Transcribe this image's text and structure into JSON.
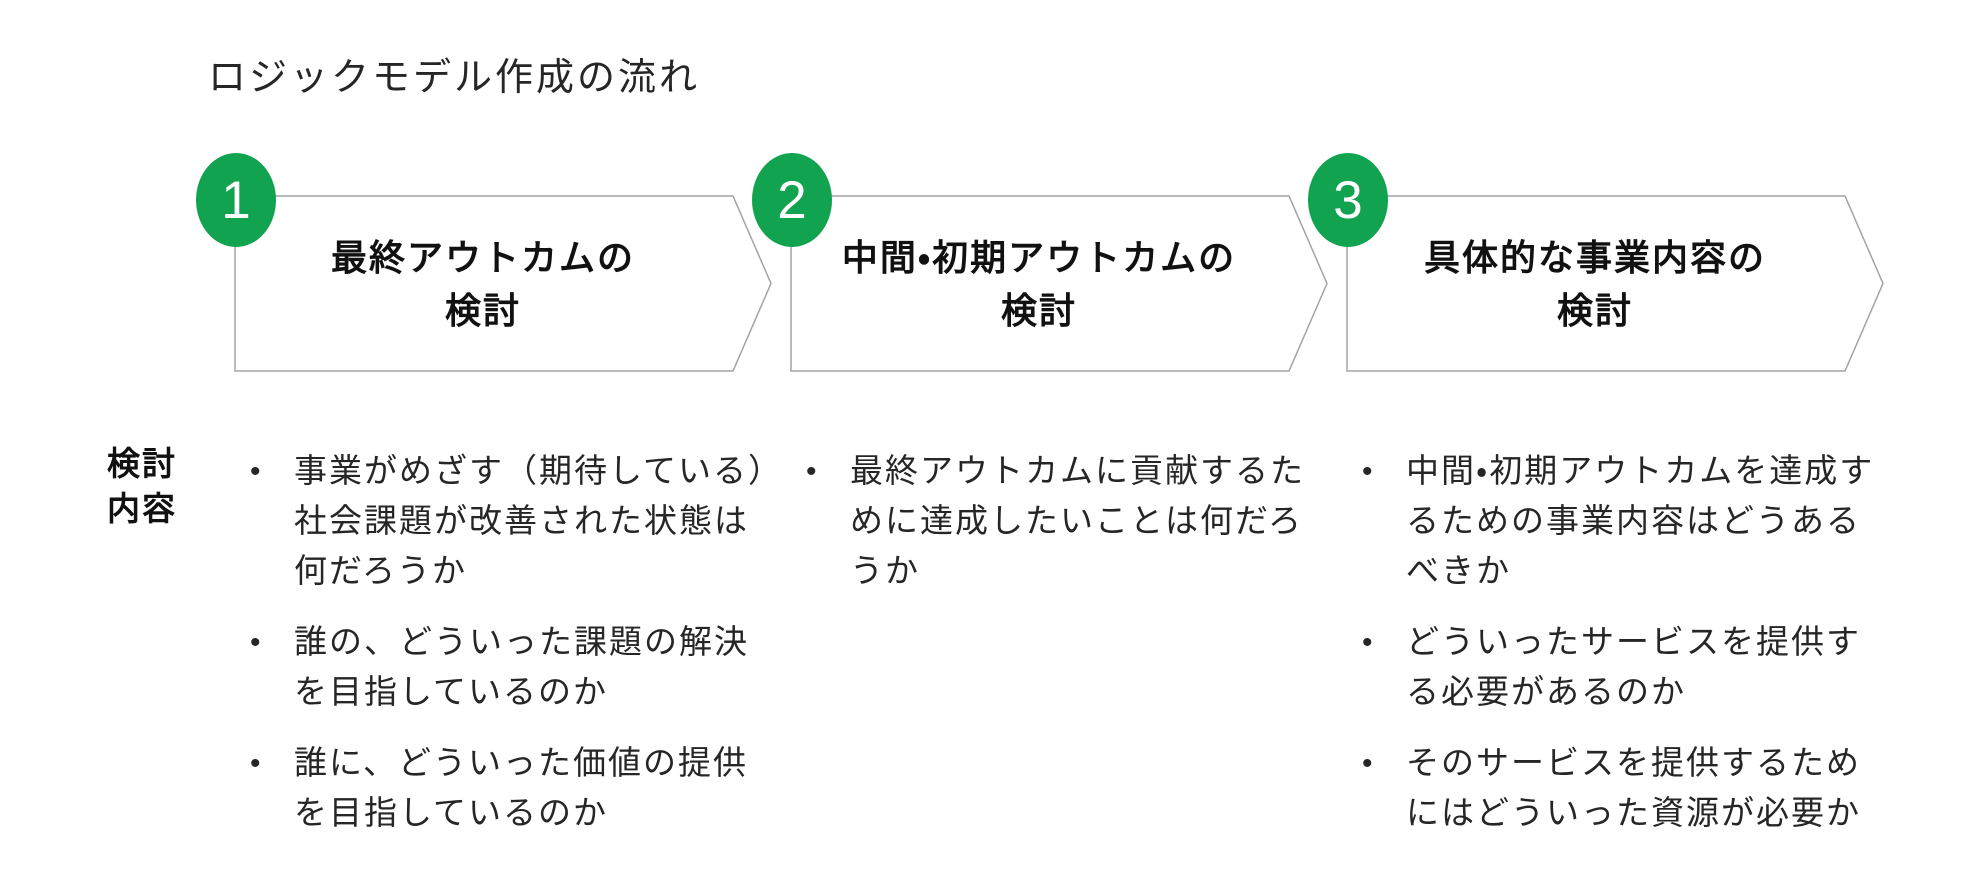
{
  "title": "ロジックモデル作成の流れ",
  "row_label": "検討\n内容",
  "colors": {
    "accent_green": "#12a350",
    "border_gray": "#a3a3a3",
    "text": "#262626"
  },
  "steps": [
    {
      "number": "1",
      "title_lines": [
        "最終アウトカムの",
        "検討"
      ],
      "bullets": [
        "事業がめざす（期待している）社会課題が改善された状態は何だろうか",
        "誰の、どういった課題の解決を目指しているのか",
        "誰に、どういった価値の提供を目指しているのか"
      ]
    },
    {
      "number": "2",
      "title_lines": [
        "中間・初期アウトカムの",
        "検討"
      ],
      "bullets": [
        "最終アウトカムに貢献するために達成したいことは何だろうか"
      ]
    },
    {
      "number": "3",
      "title_lines": [
        "具体的な事業内容の",
        "検討"
      ],
      "bullets": [
        "中間・初期アウトカムを達成するための事業内容はどうあるべきか",
        "どういったサービスを提供する必要があるのか",
        "そのサービスを提供するためにはどういった資源が必要か"
      ]
    }
  ]
}
